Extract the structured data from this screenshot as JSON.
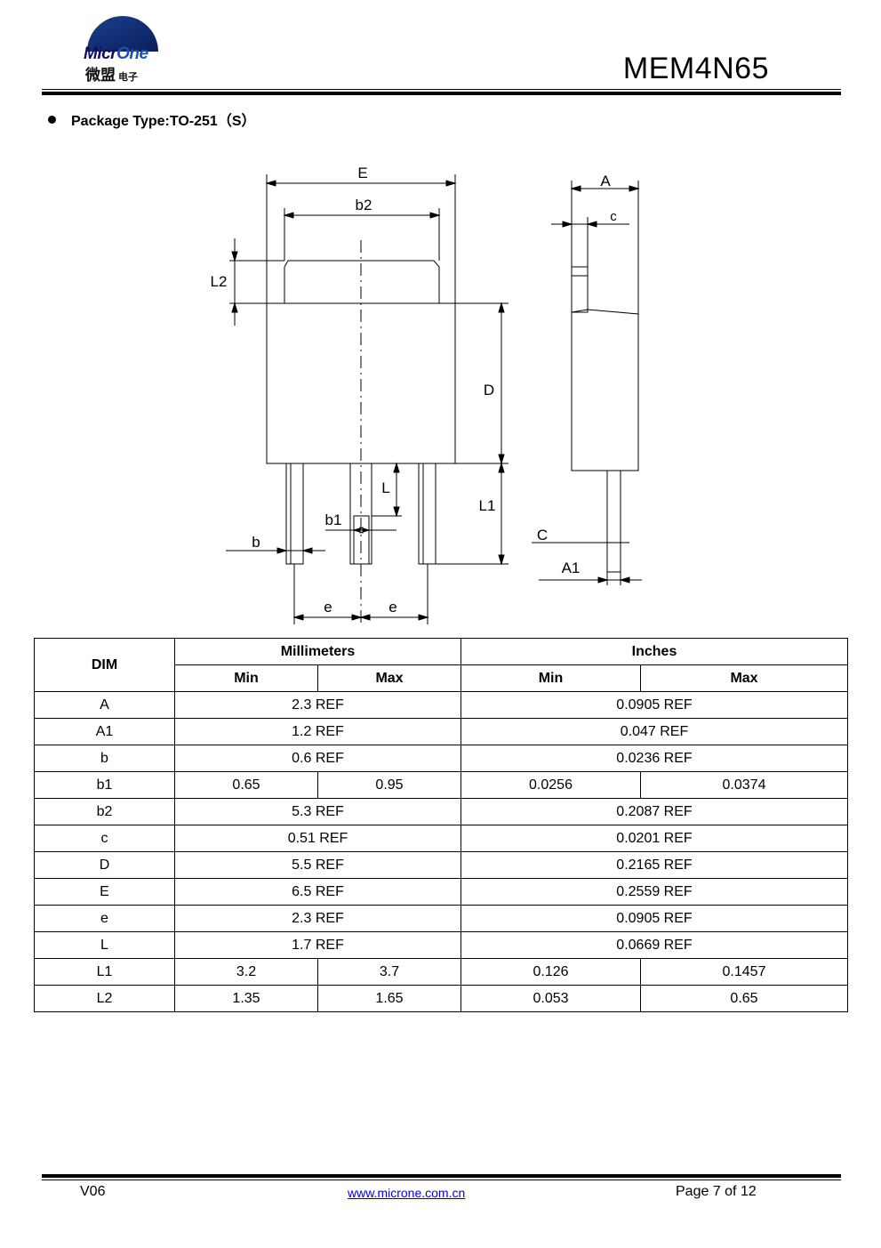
{
  "header": {
    "logo_text": "MicrOne",
    "logo_text_a": "Micr",
    "logo_text_b": "One",
    "logo_cn_big": "微盟",
    "logo_cn_small": "电子",
    "doc_title": "MEM4N65"
  },
  "package_line": "Package Type:TO-251（S）",
  "diagram_labels": {
    "E": "E",
    "b2": "b2",
    "L2": "L2",
    "D": "D",
    "L": "L",
    "L1": "L1",
    "b1": "b1",
    "b": "b",
    "e_left": "e",
    "e_right": "e",
    "A": "A",
    "c": "c",
    "C": "C",
    "A1": "A1"
  },
  "table": {
    "dim_header": "DIM",
    "mm_header": "Millimeters",
    "in_header": "Inches",
    "min_label": "Min",
    "max_label": "Max",
    "rows": [
      {
        "dim": "A",
        "mm": "2.3 REF",
        "in": "0.0905 REF"
      },
      {
        "dim": "A1",
        "mm": "1.2 REF",
        "in": "0.047 REF"
      },
      {
        "dim": "b",
        "mm": "0.6 REF",
        "in": "0.0236 REF"
      },
      {
        "dim": "b1",
        "mm_min": "0.65",
        "mm_max": "0.95",
        "in_min": "0.0256",
        "in_max": "0.0374"
      },
      {
        "dim": "b2",
        "mm": "5.3 REF",
        "in": "0.2087 REF"
      },
      {
        "dim": "c",
        "mm": "0.51 REF",
        "in": "0.0201 REF"
      },
      {
        "dim": "D",
        "mm": "5.5 REF",
        "in": "0.2165 REF"
      },
      {
        "dim": "E",
        "mm": "6.5 REF",
        "in": "0.2559 REF"
      },
      {
        "dim": "e",
        "mm": "2.3 REF",
        "in": "0.0905 REF"
      },
      {
        "dim": "L",
        "mm": "1.7 REF",
        "in": "0.0669 REF"
      },
      {
        "dim": "L1",
        "mm_min": "3.2",
        "mm_max": "3.7",
        "in_min": "0.126",
        "in_max": "0.1457"
      },
      {
        "dim": "L2",
        "mm_min": "1.35",
        "mm_max": "1.65",
        "in_min": "0.053",
        "in_max": "0.65"
      }
    ]
  },
  "footer": {
    "version": "V06",
    "url": "www.microne.com.cn",
    "page": "Page 7 of 12"
  }
}
